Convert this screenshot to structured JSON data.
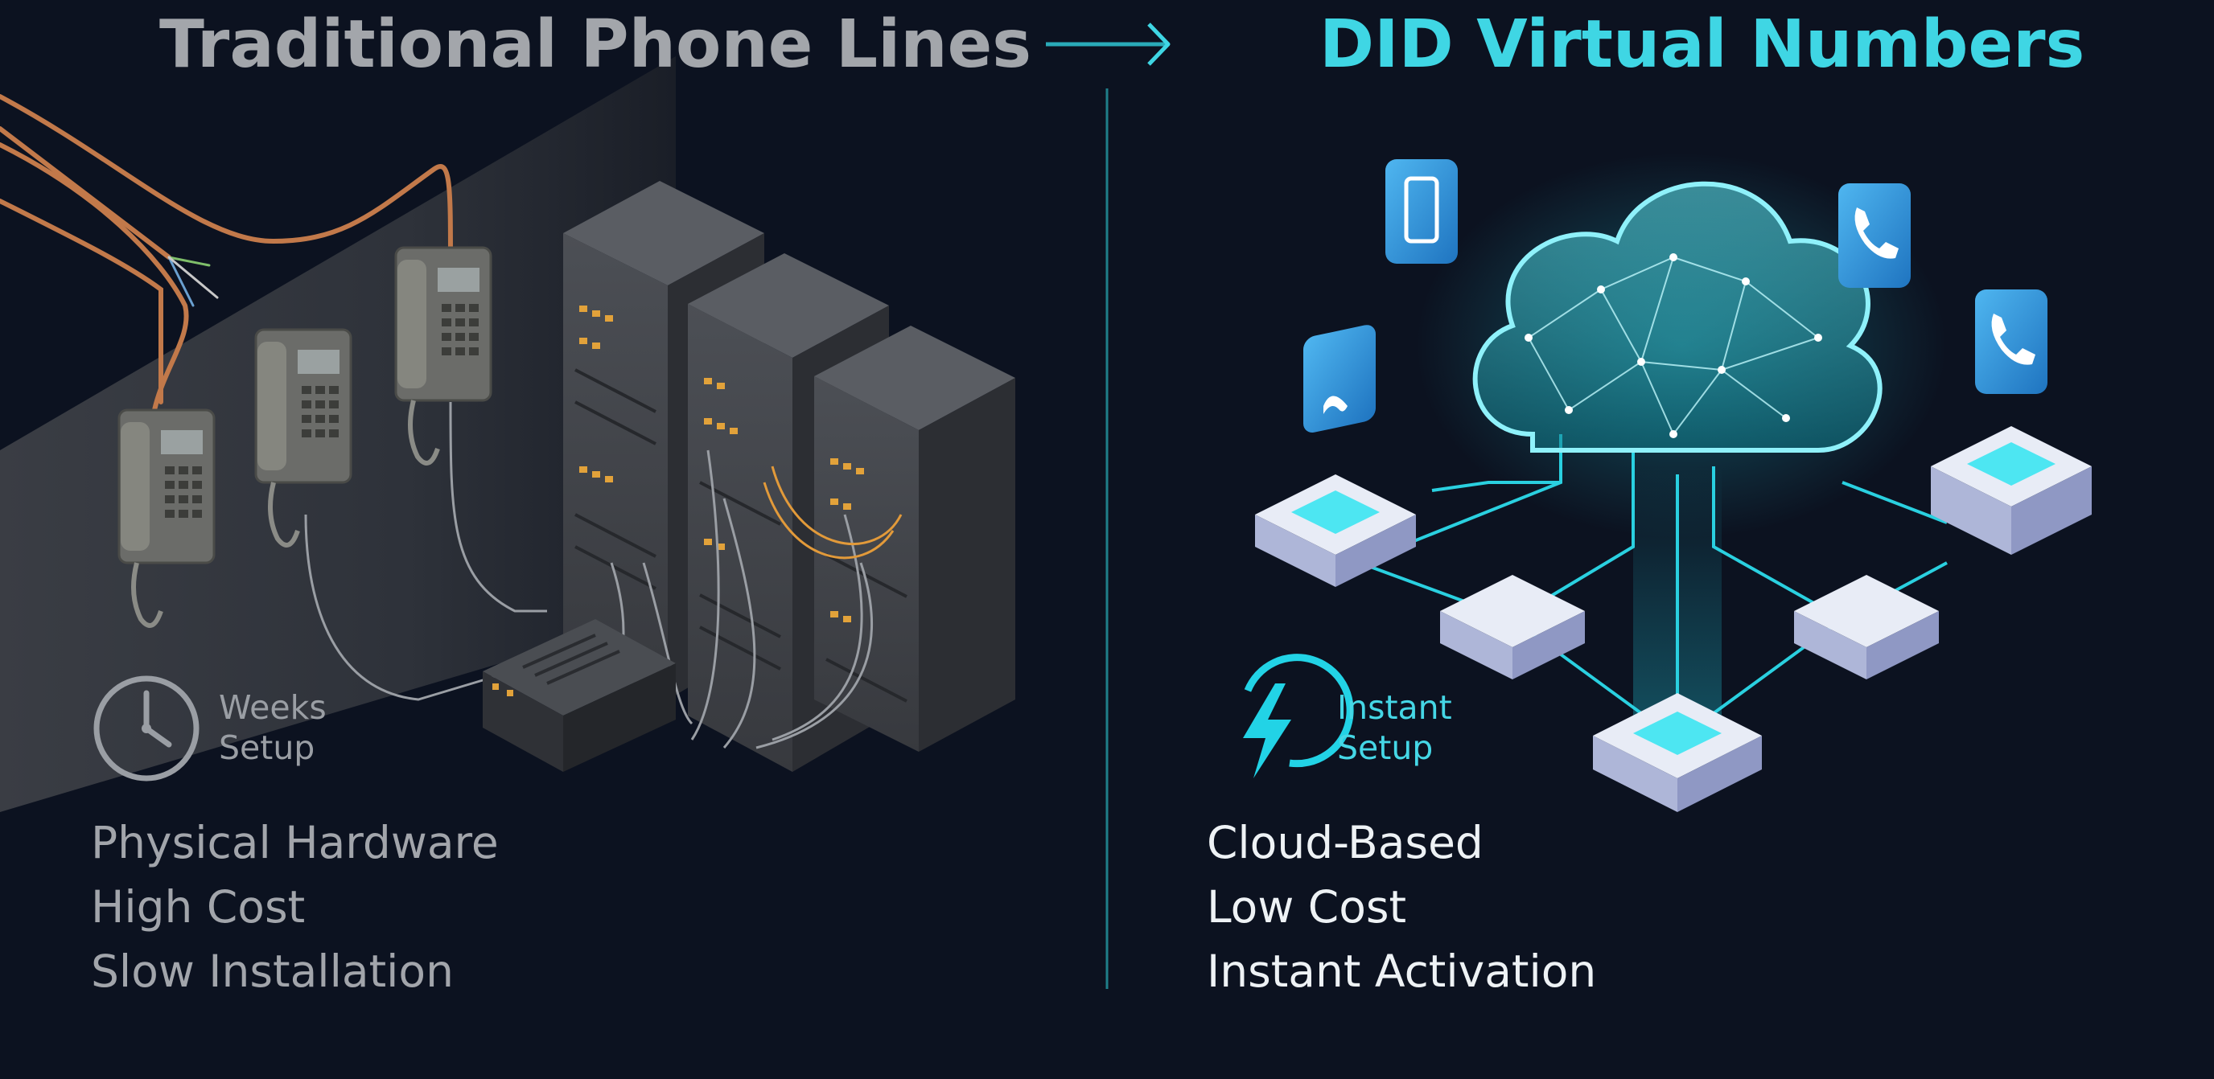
{
  "left_panel": {
    "title": "Traditional Phone Lines",
    "badge_line1": "Weeks",
    "badge_line2": "Setup",
    "features": [
      "Physical Hardware",
      "High Cost",
      "Slow Installation"
    ],
    "icons": [
      "desk-phone-icon",
      "server-rack-icon",
      "junction-box-icon",
      "clock-icon"
    ]
  },
  "right_panel": {
    "title": "DID Virtual Numbers",
    "badge_line1": "Instant",
    "badge_line2": "Setup",
    "features": [
      "Cloud-Based",
      "Low Cost",
      "Instant Activation"
    ],
    "icons": [
      "cloud-network-icon",
      "server-node-icon",
      "phone-handset-icon",
      "smartphone-icon",
      "lightning-bolt-icon"
    ]
  },
  "transition_icon": "arrow-right-icon",
  "colors": {
    "background": "#0c1220",
    "left_title": "#a3a6ab",
    "right_title": "#3fd6e4",
    "accent_cyan": "#22d3e6",
    "copper_wire": "#c2794a",
    "divider": "#1f7f8a"
  }
}
